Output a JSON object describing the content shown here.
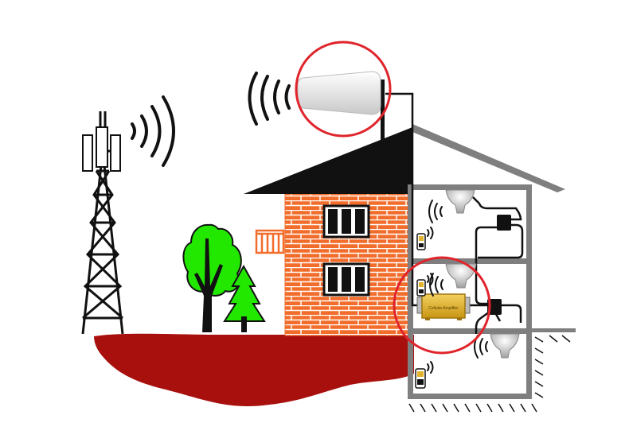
{
  "diagram": {
    "components": [
      {
        "id": "cell-tower",
        "label": ""
      },
      {
        "id": "outdoor-antenna",
        "label": ""
      },
      {
        "id": "signal-booster",
        "label": "",
        "printed_text": "Cellular Amplifier"
      },
      {
        "id": "indoor-antenna-top",
        "label": ""
      },
      {
        "id": "indoor-antenna-middle",
        "label": ""
      },
      {
        "id": "indoor-antenna-basement",
        "label": ""
      },
      {
        "id": "splitter-upper",
        "label": ""
      },
      {
        "id": "splitter-lower",
        "label": ""
      },
      {
        "id": "phone-upper",
        "label": ""
      },
      {
        "id": "phone-middle",
        "label": ""
      },
      {
        "id": "phone-basement",
        "label": ""
      }
    ],
    "highlights": [
      "outdoor-antenna",
      "signal-booster"
    ],
    "colors": {
      "highlight_ring": "#e0242b",
      "brick": "#f26d2b",
      "brick_mortar": "#ffffff",
      "roof": "#111111",
      "ground": "#a8100e",
      "tree_green": "#22e800",
      "booster": "#e3b22a",
      "cable": "#111111",
      "structure_gray": "#7f7f7f"
    },
    "icons": [
      "radio-waves-icon",
      "cell-tower-icon",
      "panel-antenna-icon",
      "ceiling-antenna-icon",
      "mobile-phone-icon",
      "tree-icon",
      "splitter-icon"
    ]
  }
}
